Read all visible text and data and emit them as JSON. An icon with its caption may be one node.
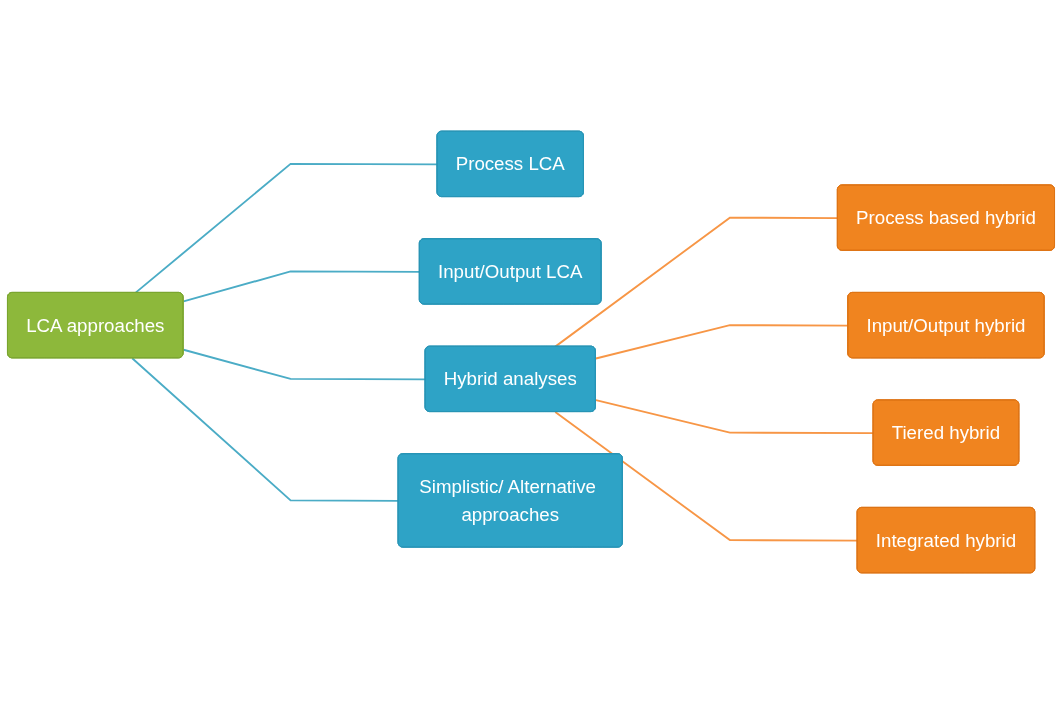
{
  "diagram": {
    "nodes": [
      {
        "text": [
          "LCA approaches"
        ]
      },
      {
        "text": [
          "Process LCA"
        ]
      },
      {
        "text": [
          "Input/Output LCA"
        ]
      },
      {
        "text": [
          "Hybrid analyses"
        ]
      },
      {
        "text": [
          "Simplistic/ Alternative approaches"
        ]
      },
      {
        "text": [
          "Process based hybrid"
        ]
      },
      {
        "text": [
          "Input/Output hybrid"
        ]
      },
      {
        "text": [
          "Tiered hybrid"
        ]
      },
      {
        "text": [
          "Integrated hybrid"
        ]
      }
    ],
    "edges": [
      {
        "from": 0,
        "to": 1,
        "arrow": "none",
        "color": "#4bacc6"
      },
      {
        "from": 0,
        "to": 2,
        "arrow": "none",
        "color": "#4bacc6"
      },
      {
        "from": 0,
        "to": 3,
        "arrow": "none",
        "color": "#4bacc6"
      },
      {
        "from": 0,
        "to": 4,
        "arrow": "none",
        "color": "#4bacc6"
      },
      {
        "from": 3,
        "to": 5,
        "arrow": "none",
        "color": "#f79646"
      },
      {
        "from": 3,
        "to": 6,
        "arrow": "none",
        "color": "#f79646"
      },
      {
        "from": 3,
        "to": 7,
        "arrow": "none",
        "color": "#f79646"
      },
      {
        "from": 3,
        "to": 8,
        "arrow": "none",
        "color": "#f79646"
      }
    ]
  }
}
